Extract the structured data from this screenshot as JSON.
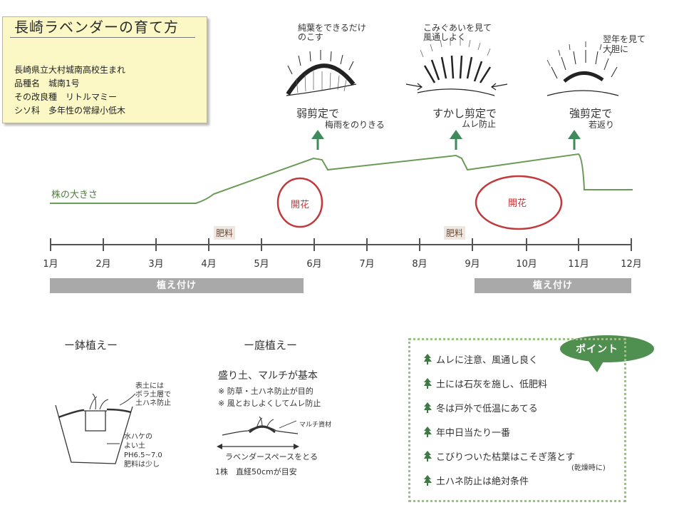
{
  "info": {
    "title": "長崎ラベンダーの育て方",
    "lines": [
      "長崎県立大村城南高校生まれ",
      "品種名　城南1号",
      "その改良種　リトルマミー",
      "シソ科　多年性の常緑小低木"
    ]
  },
  "pruning": [
    {
      "note": "純葉をできるだけ\nのこす",
      "label1": "弱剪定で",
      "label2": "梅雨をのりきる"
    },
    {
      "note": "こみぐあいを見て\n風通しよく",
      "label1": "すかし剪定で",
      "label2": "ムレ防止"
    },
    {
      "note": "翌年を見て\n大胆に",
      "label1": "強剪定で",
      "label2": "若返り"
    }
  ],
  "growth_label": "株の大きさ",
  "flowering_label": "開花",
  "fertilizer_label": "肥料",
  "months": [
    "1月",
    "2月",
    "3月",
    "4月",
    "5月",
    "6月",
    "7月",
    "8月",
    "9月",
    "10月",
    "11月",
    "12月"
  ],
  "planting_label": "植え付け",
  "pot": {
    "title": "ー鉢植えー",
    "note_top": "表土には\nボラ土層で\n土ハネ防止",
    "note_bottom": "水ハケの\nよい土\nPH6.5~7.0\n肥料は少し"
  },
  "garden": {
    "title": "ー庭植えー",
    "heading": "盛り土、マルチが基本",
    "bullets": [
      "※ 防草・土ハネ防止が目的",
      "※ 風とおしよくしてムレ防止"
    ],
    "mulch_label": "マルチ資材",
    "space_label": "ラベンダースペースをとる",
    "size_label": "1株　直経50cmが目安"
  },
  "points": {
    "badge": "ポイント",
    "items": [
      "ムレに注意、風通し良く",
      "土には石灰を施し、低肥料",
      "冬は戸外で低温にあてる",
      "年中日当たり一番",
      "こびりついた枯葉はこそぎ落とす",
      "土ハネ防止は絶対条件"
    ],
    "note": "(乾燥時に)"
  },
  "colors": {
    "growth_line": "#6a9c58",
    "arrow": "#3f8a5a",
    "flower_circle": "#c0393b",
    "timeline": "#555555",
    "planting_bar": "#a9a9a9",
    "points_border": "#9bbf86",
    "badge": "#4f8f4f",
    "note_bg": "#fbf8c6"
  }
}
